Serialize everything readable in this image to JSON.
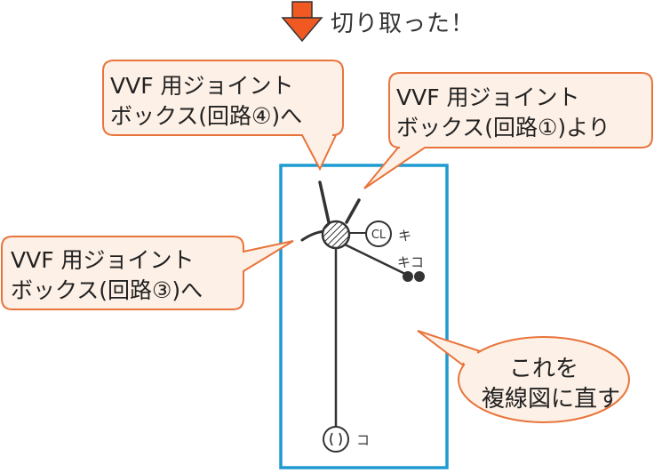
{
  "header": {
    "arrow_label": "切り取った！"
  },
  "callouts": {
    "circuit4": {
      "line1": "VVF 用ジョイント",
      "line2": "ボックス(回路④)へ"
    },
    "circuit1": {
      "line1": "VVF 用ジョイント",
      "line2": "ボックス(回路①)より"
    },
    "circuit3": {
      "line1": "VVF 用ジョイント",
      "line2": "ボックス(回路③)へ"
    },
    "instruction": {
      "line1": "これを",
      "line2": "複線図に直す"
    }
  },
  "symbols": {
    "ceiling_light": {
      "symbol": "CL",
      "label": "キ"
    },
    "switch_pair": {
      "label": "キコ"
    },
    "outlet": {
      "label": "コ"
    }
  },
  "colors": {
    "arrow": "#f05a22",
    "callout_border": "#e8743b",
    "callout_fill": "#fdf0e6",
    "frame": "#1f9bd1",
    "wire": "#333333"
  }
}
